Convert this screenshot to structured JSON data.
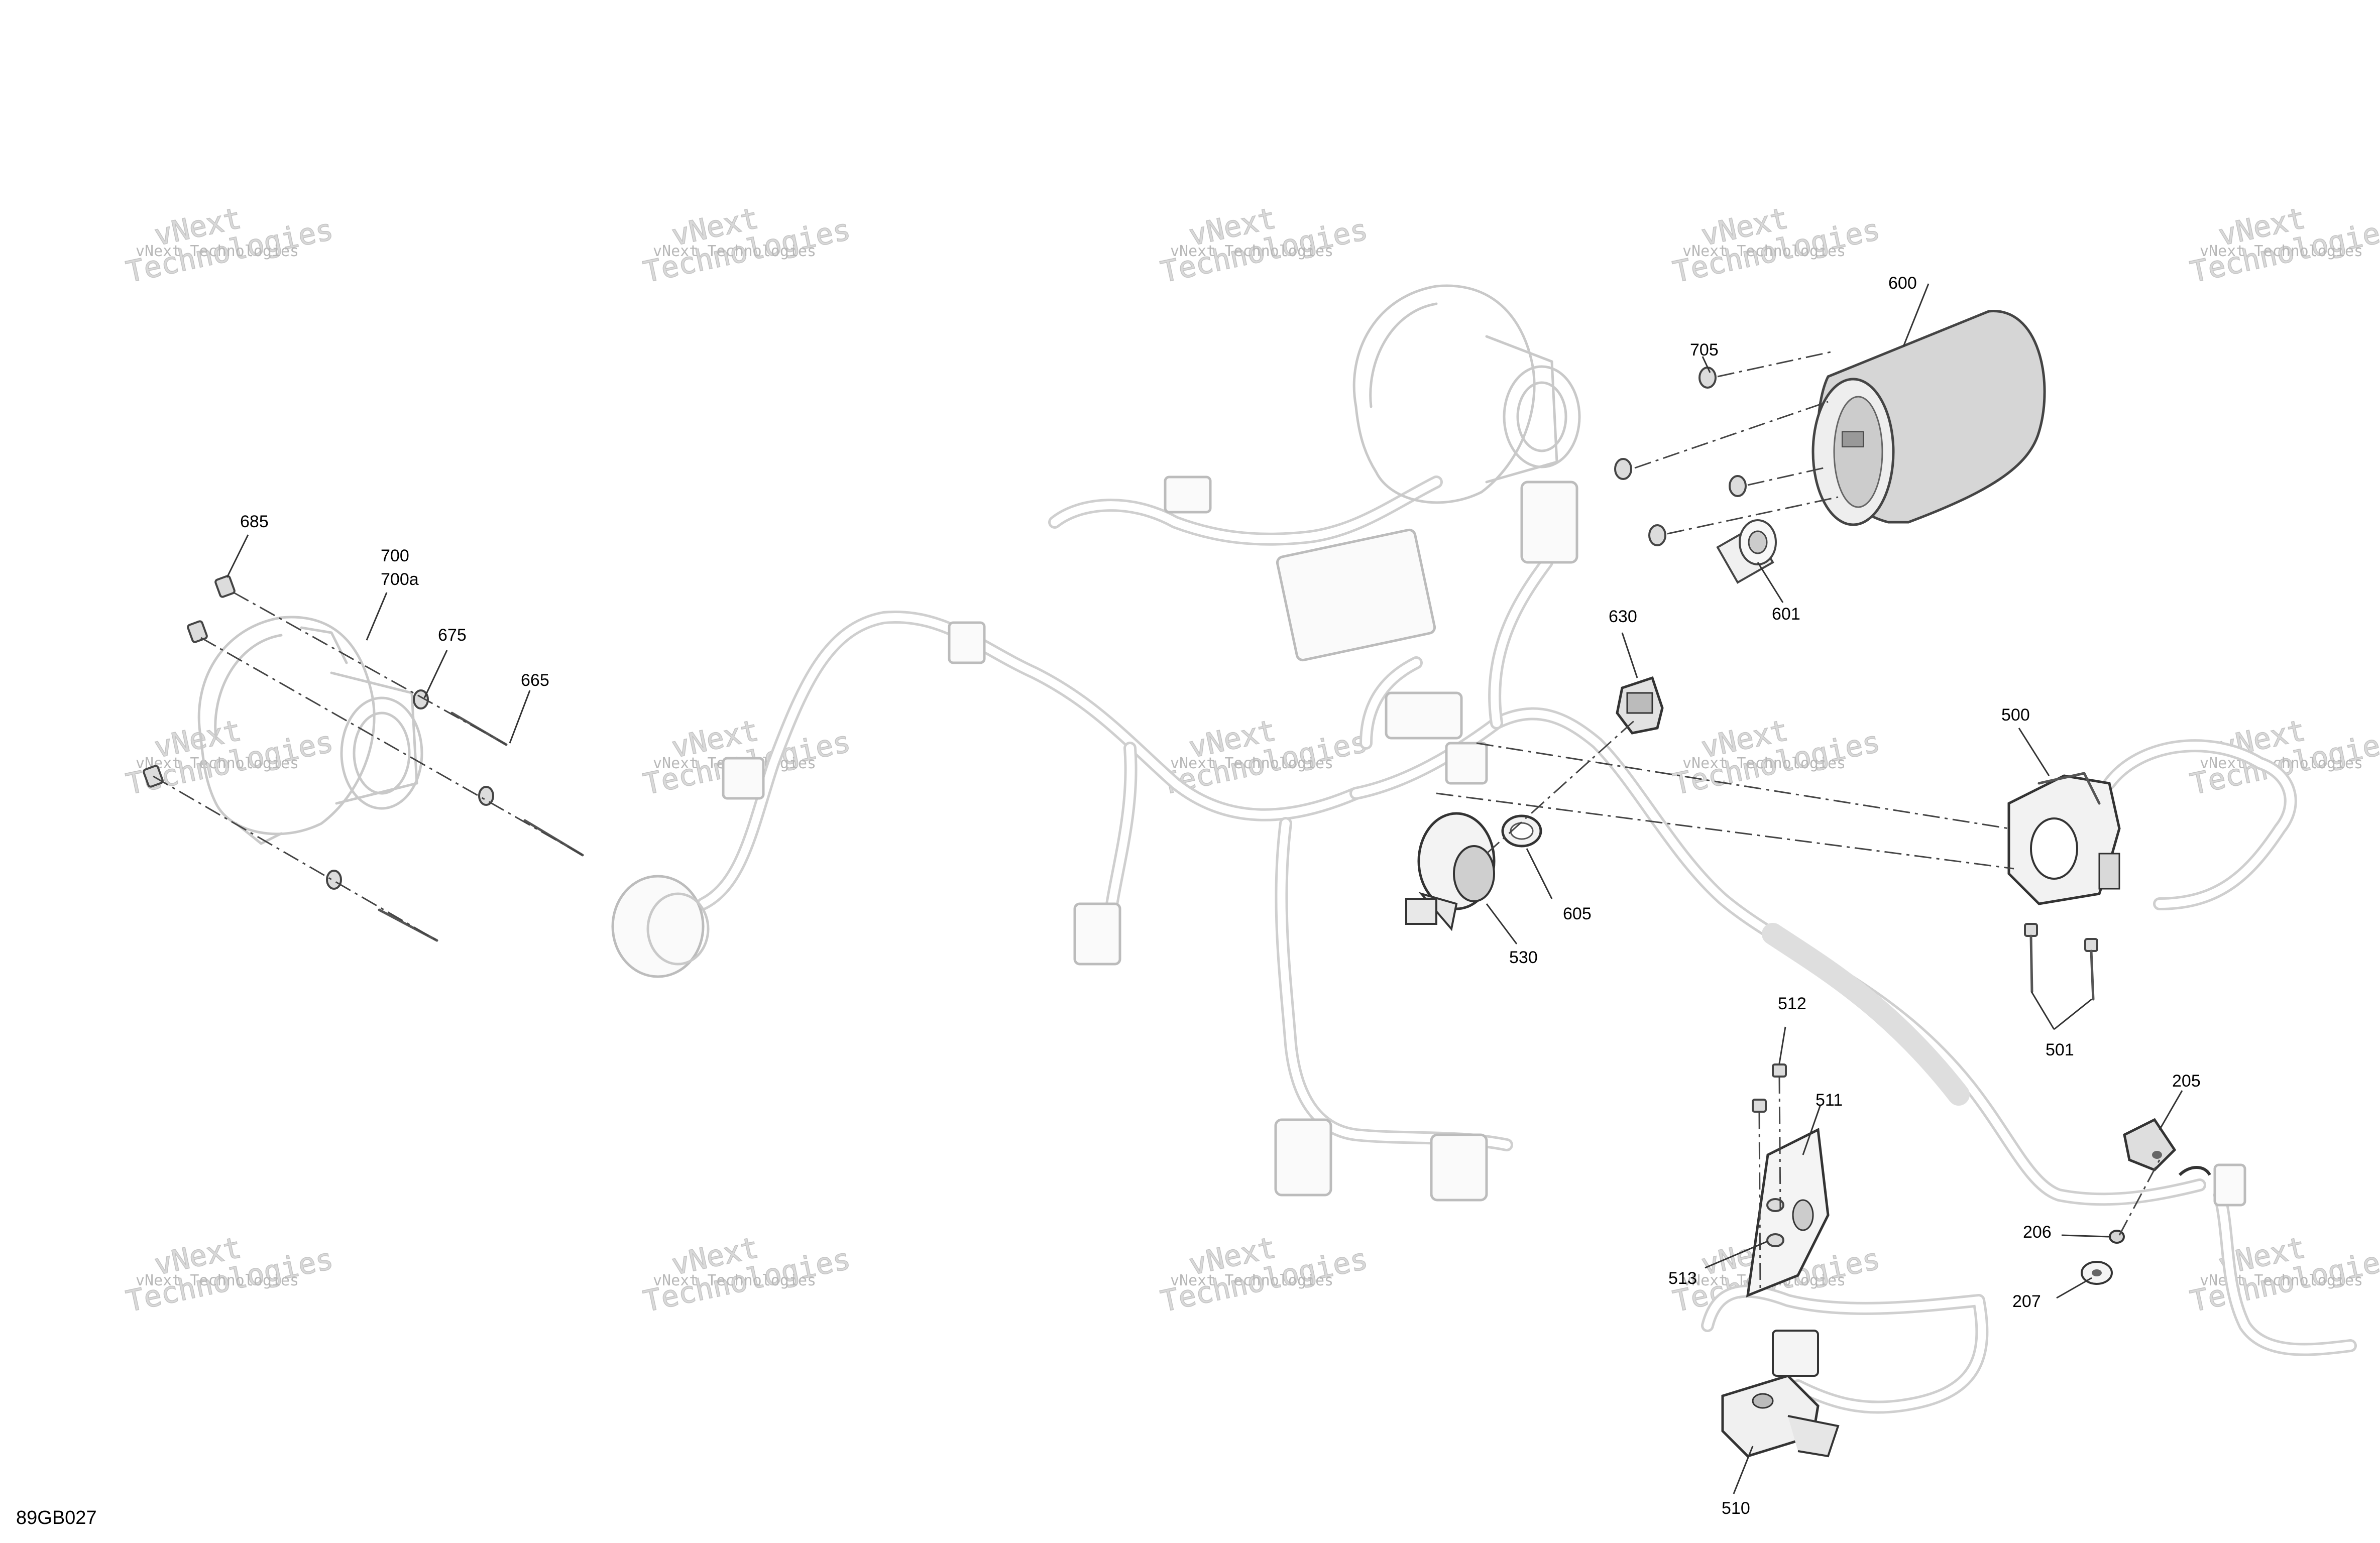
{
  "diagram_code": "89GB027",
  "watermark": {
    "text_small": "vNext Technologies",
    "text_big_line1": "vNext",
    "text_big_line2": "Technologies"
  },
  "callouts": {
    "c685": "685",
    "c700": "700",
    "c700a": "700a",
    "c675": "675",
    "c665": "665",
    "c600": "600",
    "c705": "705",
    "c601": "601",
    "c630": "630",
    "c500": "500",
    "c605": "605",
    "c530": "530",
    "c501": "501",
    "c512": "512",
    "c511": "511",
    "c205": "205",
    "c206": "206",
    "c207": "207",
    "c513": "513",
    "c510": "510"
  }
}
